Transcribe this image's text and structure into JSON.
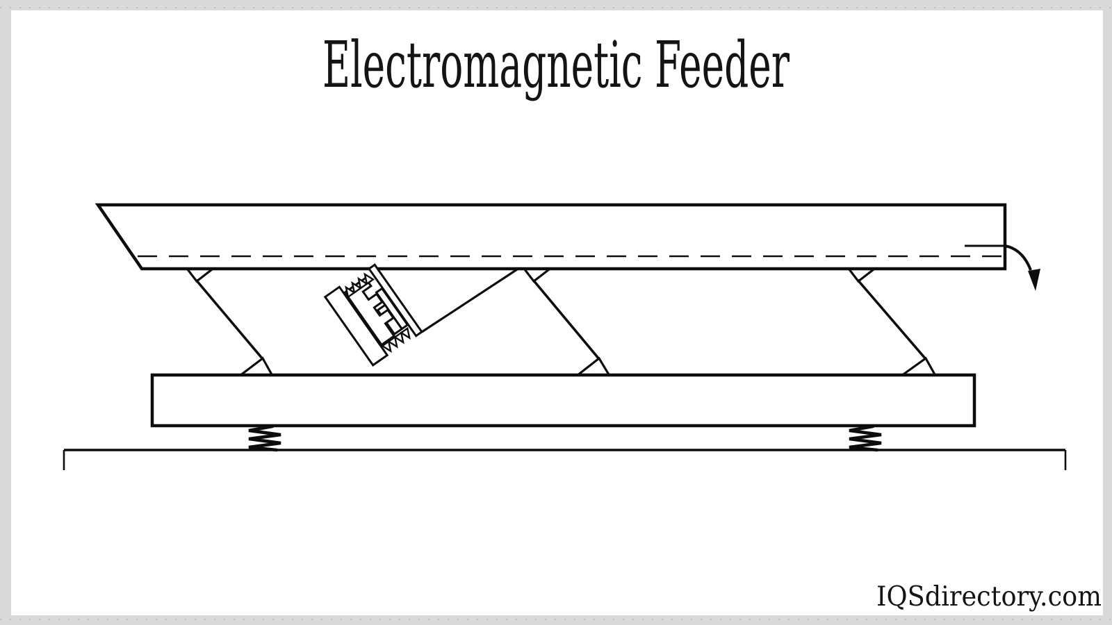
{
  "page": {
    "title": "Electromagnetic Feeder",
    "watermark": "IQSdirectory.com",
    "colors": {
      "paper": "#ffffff",
      "margin": "#d9d9d9",
      "line": "#0d0d0d",
      "material_dash": "#8a8a8a"
    }
  },
  "diagram": {
    "parts": [
      "feeder-tray",
      "material-level-dashed-line",
      "discharge-line",
      "discharge-flow-arrow",
      "leaf-spring-left",
      "leaf-spring-middle",
      "leaf-spring-right",
      "electromagnet-drive-assembly",
      "base-block",
      "isolation-coil-spring-left",
      "isolation-coil-spring-right",
      "ground-line"
    ]
  }
}
